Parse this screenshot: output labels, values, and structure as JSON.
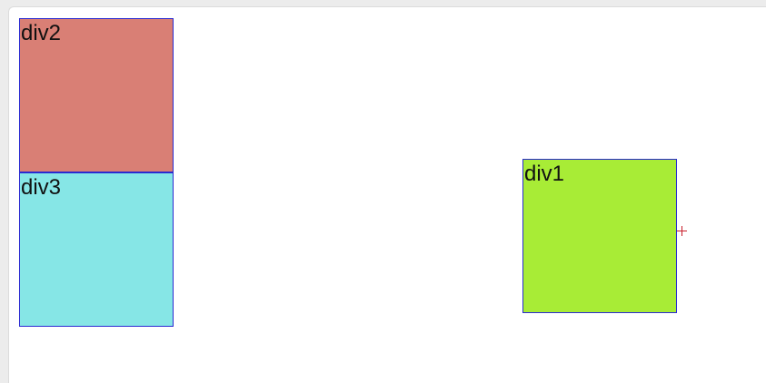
{
  "boxes": {
    "div1": {
      "label": "div1",
      "color": "#a8ec36"
    },
    "div2": {
      "label": "div2",
      "color": "#d97f75"
    },
    "div3": {
      "label": "div3",
      "color": "#86e6e6"
    }
  },
  "border_color": "#2a2ad0",
  "cursor": {
    "icon": "crosshair-cursor-icon",
    "color": "#c81e2a"
  }
}
